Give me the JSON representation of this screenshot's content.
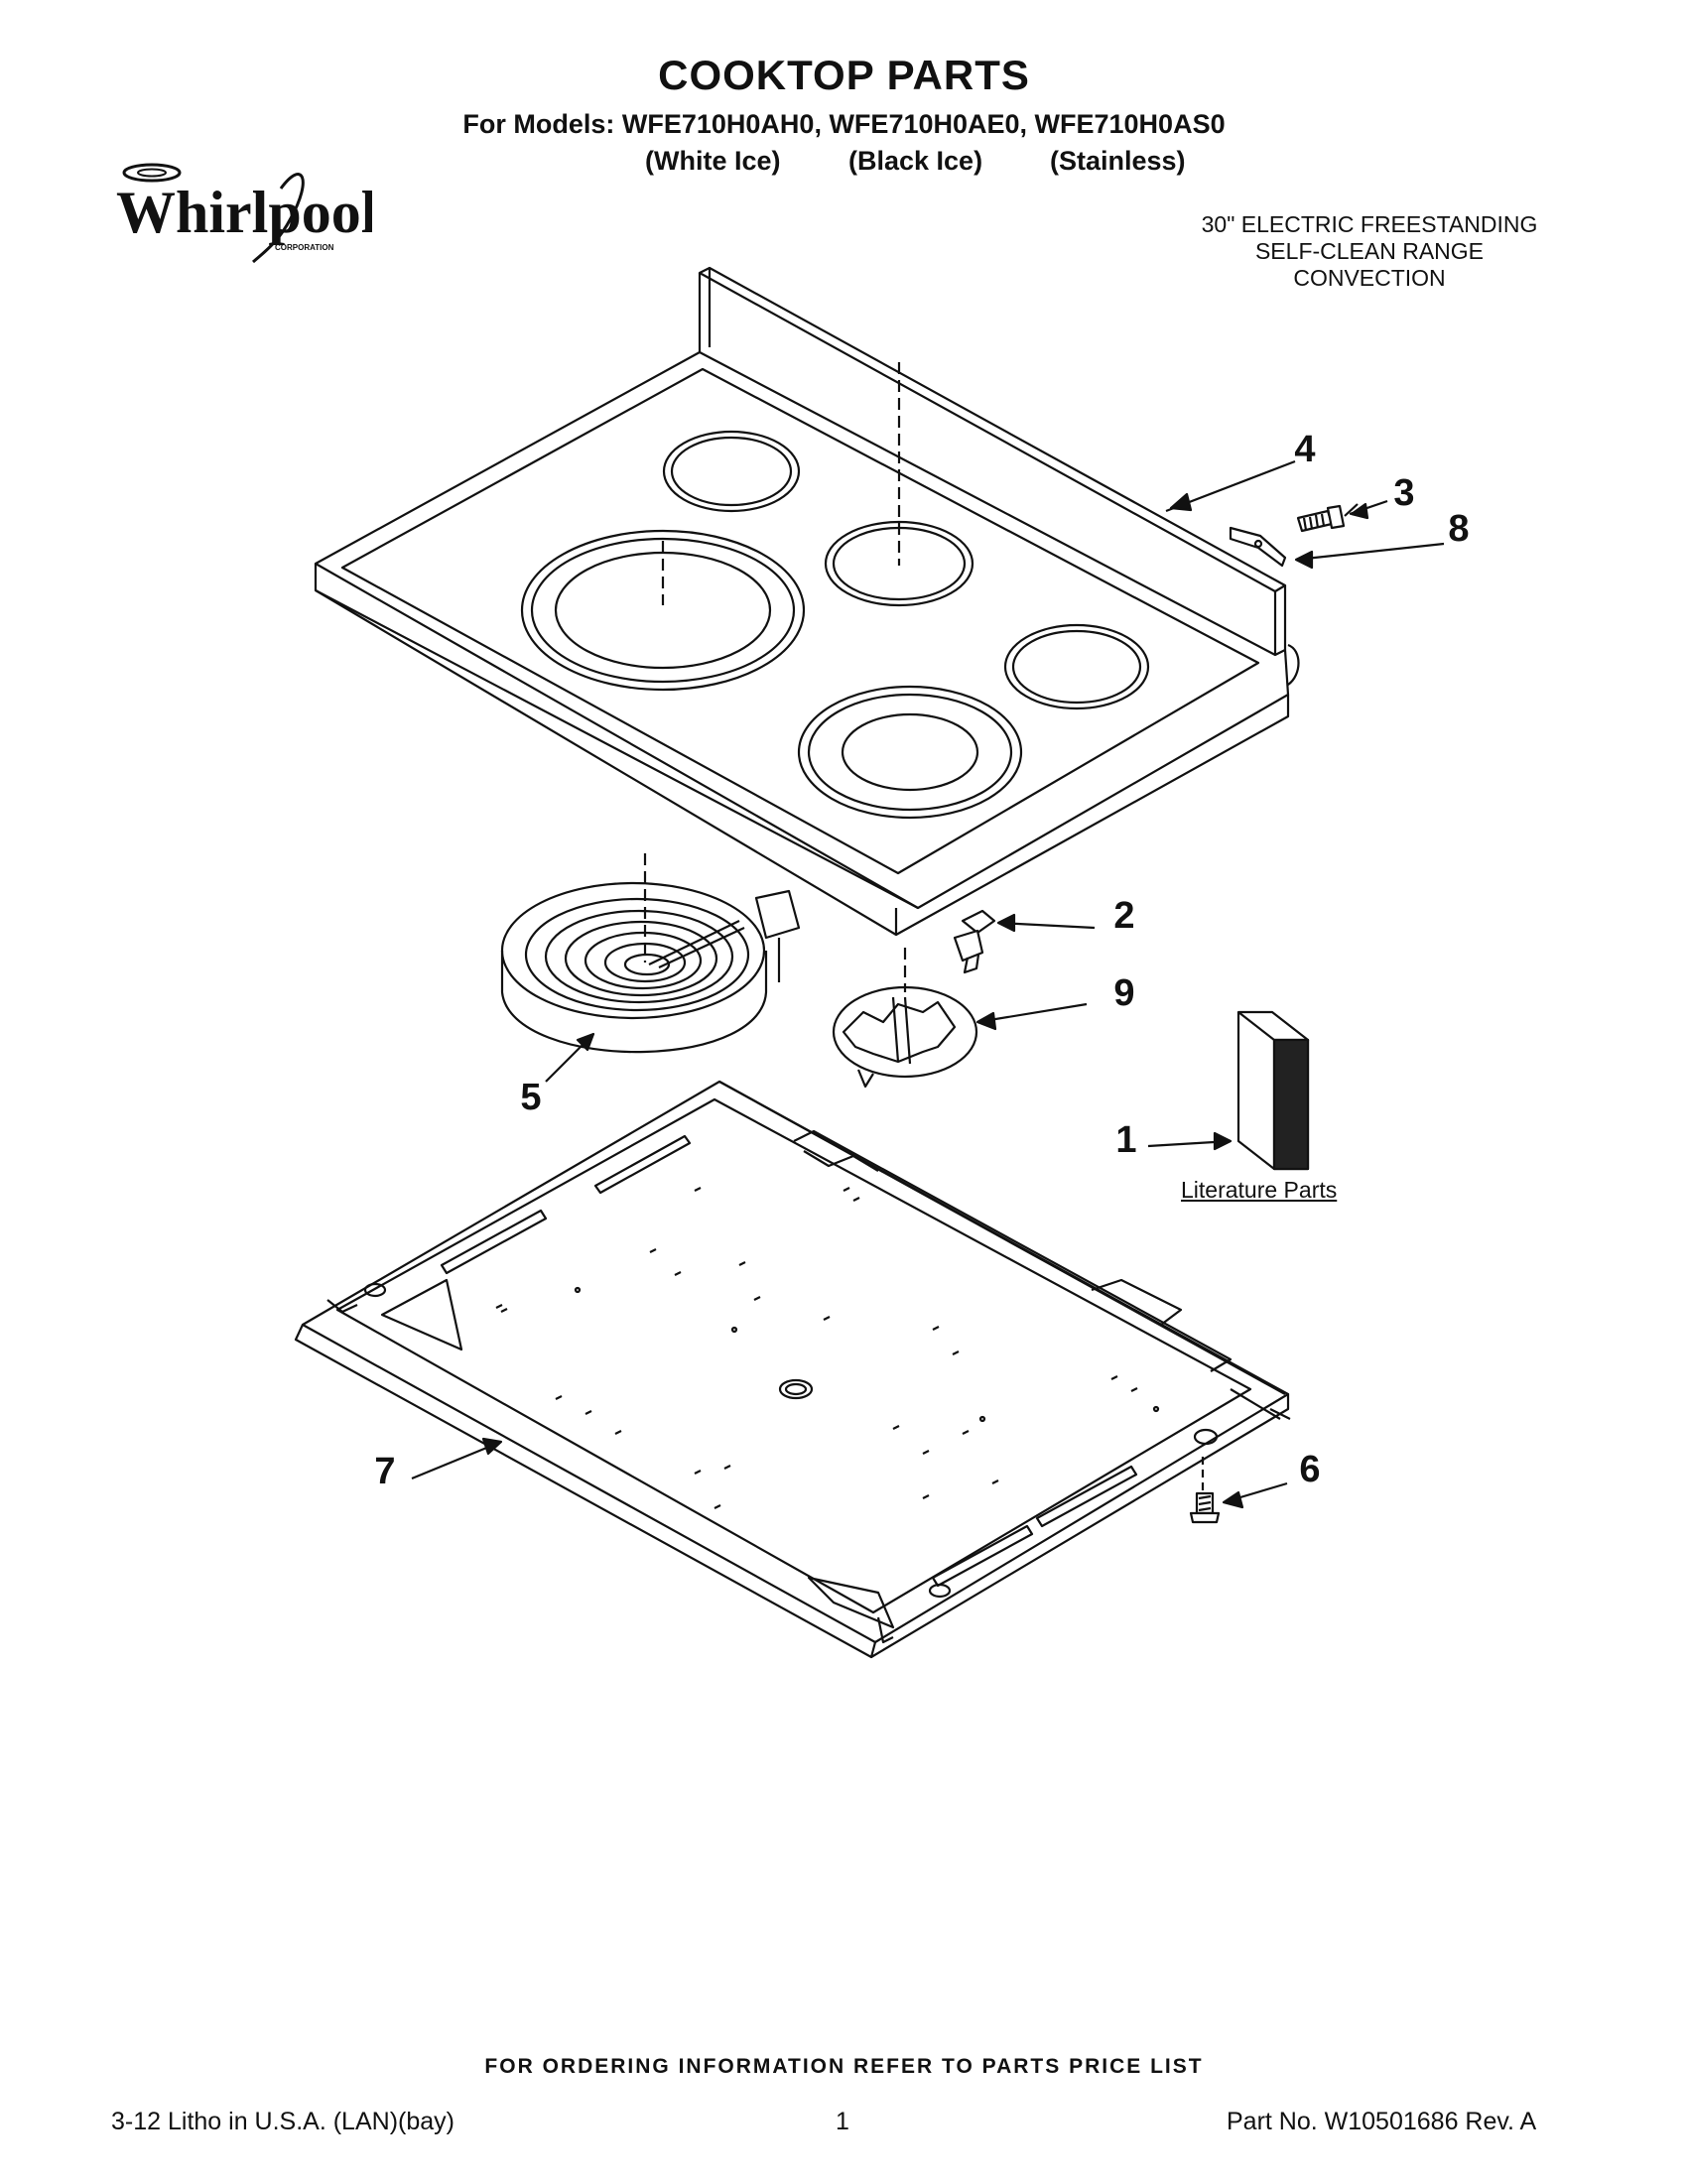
{
  "header": {
    "title": "COOKTOP PARTS",
    "models_line": "For Models: WFE710H0AH0, WFE710H0AE0, WFE710H0AS0",
    "variants": [
      "(White Ice)",
      "(Black Ice)",
      "(Stainless)"
    ]
  },
  "brand": {
    "logo_text": "Whirlpool",
    "logo_subtext": "CORPORATION"
  },
  "product": {
    "lines": [
      "30\" ELECTRIC FREESTANDING",
      "SELF-CLEAN RANGE",
      "CONVECTION"
    ]
  },
  "callouts": [
    "4",
    "3",
    "8",
    "2",
    "9",
    "5",
    "1",
    "6",
    "7"
  ],
  "literature_label": "Literature Parts",
  "ordering_note": "FOR ORDERING INFORMATION REFER TO PARTS PRICE LIST",
  "footer": {
    "litho": "3-12 Litho in U.S.A. (LAN)(bay)",
    "page": "1",
    "part_no": "Part No. W10501686 Rev. A"
  },
  "colors": {
    "ink": "#111111",
    "background": "#ffffff"
  }
}
